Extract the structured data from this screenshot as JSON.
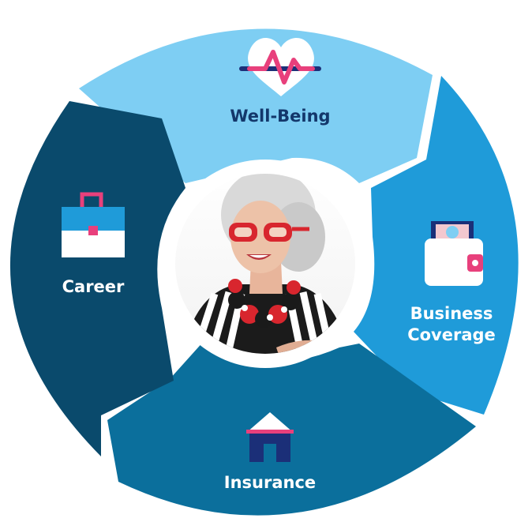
{
  "wheel": {
    "colors": {
      "well_being": "#7ecef3",
      "business_coverage": "#1f9bd9",
      "insurance": "#0b6f9c",
      "career": "#0a4a6c",
      "text_dark": "#13376b",
      "text_light": "#ffffff",
      "accent_pink": "#e8407c",
      "accent_navy": "#1b2f78"
    },
    "segments": [
      {
        "id": "well-being",
        "label": "Well-Being",
        "icon": "heartbeat-icon"
      },
      {
        "id": "business-coverage",
        "label_line1": "Business",
        "label_line2": "Coverage",
        "icon": "wallet-icon"
      },
      {
        "id": "insurance",
        "label": "Insurance",
        "icon": "house-icon"
      },
      {
        "id": "career",
        "label": "Career",
        "icon": "briefcase-icon"
      }
    ],
    "center": {
      "photo": "smiling senior woman with red glasses"
    }
  }
}
